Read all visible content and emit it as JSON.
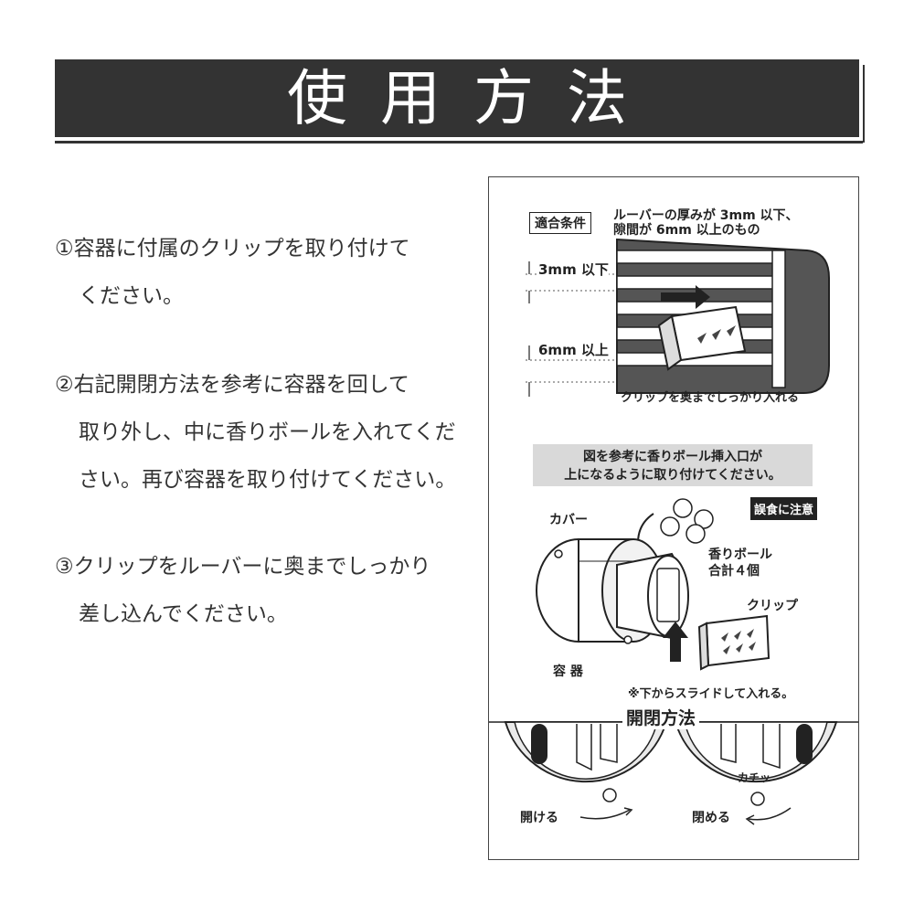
{
  "header": {
    "title": "使用方法"
  },
  "steps": [
    {
      "line1": "①容器に付属のクリップを取り付けて",
      "line2": "ください。"
    },
    {
      "line1": "②右記開閉方法を参考に容器を回して",
      "line2": "取り外し、中に香りボールを入れてくだ",
      "line3": "さい。再び容器を取り付けてください。"
    },
    {
      "line1": "③クリップをルーバーに奥までしっかり",
      "line2": "差し込んでください。"
    }
  ],
  "diagram": {
    "condition_label": "適合条件",
    "condition_line1": "ルーバーの厚みが 3mm 以下、",
    "condition_line2": "隙間が 6mm 以上のもの",
    "thickness_label": "3mm 以下",
    "gap_label": "6mm 以上",
    "clip_insert_note": "クリップを奥までしっかり入れる",
    "insert_note_line1": "図を参考に香りボール挿入口が",
    "insert_note_line2": "上になるように取り付けてください。",
    "warning": "誤食に注意",
    "cover_label": "カバー",
    "ball_label_line1": "香りボール",
    "ball_label_line2": "合計４個",
    "clip_label": "クリップ",
    "container_label": "容 器",
    "slide_note": "※下からスライドして入れる。",
    "open_close_title": "開閉方法",
    "open_label": "開ける",
    "close_label": "閉める",
    "click_label": "カチッ"
  }
}
